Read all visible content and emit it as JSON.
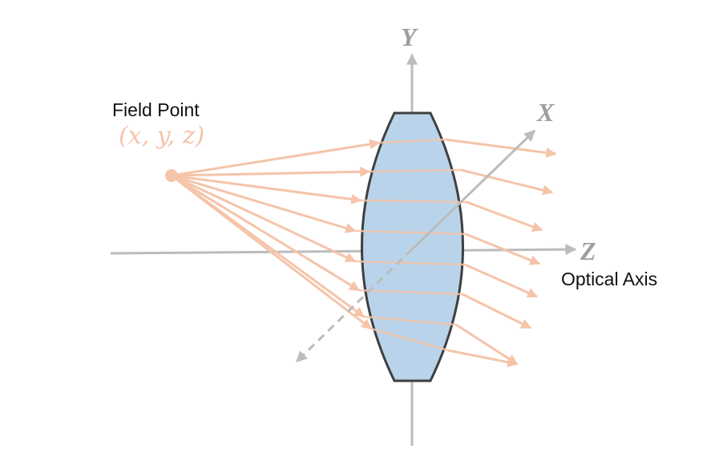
{
  "labels": {
    "field_point": "Field Point",
    "field_point_coords": "(x, y, z)",
    "axis_y": "Y",
    "axis_x": "X",
    "axis_z": "Z",
    "optical_axis": "Optical Axis"
  },
  "colors": {
    "ray": "#f5c4a9",
    "axis": "#bcbcbc",
    "axis_letter": "#9e9e9e",
    "lens_fill": "#b9d4ea",
    "lens_edge": "#3f3f3f"
  },
  "rays": {
    "count": 8
  }
}
